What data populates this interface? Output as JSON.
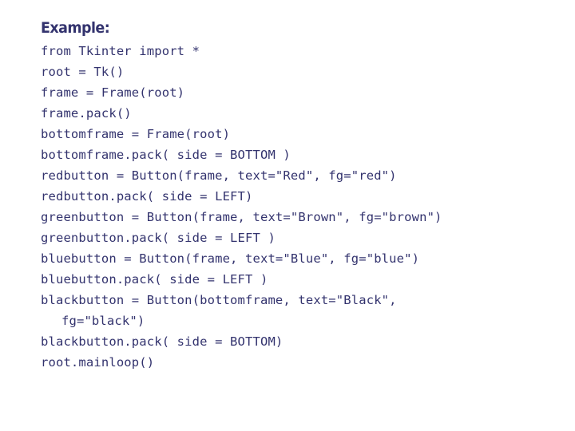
{
  "slide": {
    "background_color": "#ffffff",
    "text_color": "#33336e",
    "heading": "Example:",
    "code_lines": [
      {
        "text": "from Tkinter import *",
        "indent": false
      },
      {
        "text": "root = Tk()",
        "indent": false
      },
      {
        "text": "frame = Frame(root)",
        "indent": false
      },
      {
        "text": "frame.pack()",
        "indent": false
      },
      {
        "text": "bottomframe = Frame(root)",
        "indent": false
      },
      {
        "text": "bottomframe.pack( side = BOTTOM )",
        "indent": false
      },
      {
        "text": "redbutton = Button(frame, text=\"Red\", fg=\"red\")",
        "indent": false
      },
      {
        "text": "redbutton.pack( side = LEFT)",
        "indent": false
      },
      {
        "text": "greenbutton = Button(frame, text=\"Brown\", fg=\"brown\")",
        "indent": false
      },
      {
        "text": "greenbutton.pack( side = LEFT )",
        "indent": false
      },
      {
        "text": "bluebutton = Button(frame, text=\"Blue\", fg=\"blue\")",
        "indent": false
      },
      {
        "text": "bluebutton.pack( side = LEFT )",
        "indent": false
      },
      {
        "text": "blackbutton = Button(bottomframe, text=\"Black\",",
        "indent": false
      },
      {
        "text": "fg=\"black\")",
        "indent": true
      },
      {
        "text": "blackbutton.pack( side = BOTTOM)",
        "indent": false
      },
      {
        "text": "root.mainloop()",
        "indent": false
      }
    ]
  }
}
